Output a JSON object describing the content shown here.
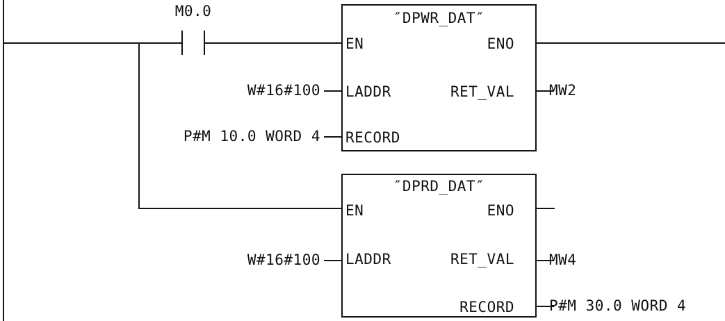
{
  "network": {
    "type": "ladder-logic",
    "language": "LAD",
    "background_color": "#ffffff",
    "line_color": "#141414",
    "text_color": "#111111"
  },
  "contact": {
    "name": "normally-open-contact",
    "operand": "M0.0"
  },
  "blocks": [
    {
      "id": "dpwr",
      "title": "″DPWR_DAT″",
      "inputs": [
        {
          "pin": "EN",
          "operand": ""
        },
        {
          "pin": "LADDR",
          "operand": "W#16#100"
        },
        {
          "pin": "RECORD",
          "operand": "P#M 10.0 WORD 4"
        }
      ],
      "outputs": [
        {
          "pin": "ENO",
          "operand": ""
        },
        {
          "pin": "RET_VAL",
          "operand": "MW2"
        }
      ]
    },
    {
      "id": "dprd",
      "title": "″DPRD_DAT″",
      "inputs": [
        {
          "pin": "EN",
          "operand": ""
        },
        {
          "pin": "LADDR",
          "operand": "W#16#100"
        }
      ],
      "outputs": [
        {
          "pin": "ENO",
          "operand": ""
        },
        {
          "pin": "RET_VAL",
          "operand": "MW4"
        },
        {
          "pin": "RECORD",
          "operand": "P#M 30.0 WORD 4"
        }
      ]
    }
  ]
}
